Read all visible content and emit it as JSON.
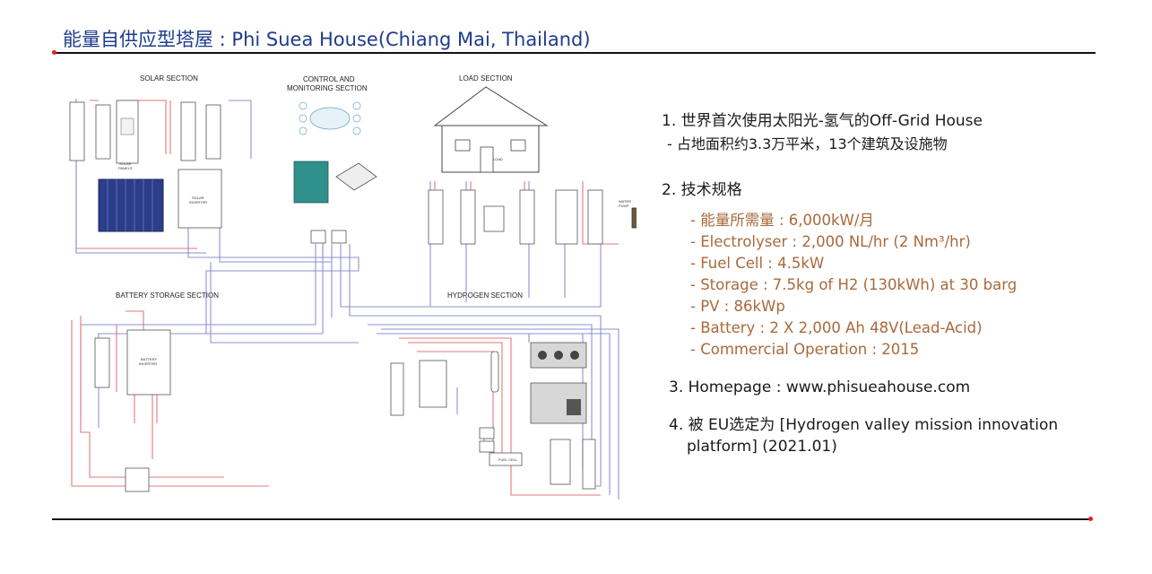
{
  "title": "能量自供应型塔屋 : Phi Suea House(Chiang Mai, Thailand)",
  "diagram": {
    "sections": {
      "solar": "SOLAR SECTION",
      "control": "CONTROL AND",
      "control2": "MONITORING SECTION",
      "load": "LOAD SECTION",
      "battery": "BATTERY STORAGE SECTION",
      "hydrogen": "HYDROGEN SECTION"
    },
    "labels": {
      "load": "LOAD",
      "water_pump": "WATER",
      "water_pump2": "PUMP",
      "fuel_cell": "FUEL CELL",
      "solar_panels": "SOLAR",
      "solar_panels2": "PANELS",
      "solar_inverter": "SOLAR",
      "solar_inverter2": "INVERTER",
      "battery_inverter": "BATTERY",
      "battery_inverter2": "INVERTER"
    },
    "colors": {
      "dc_line": "#e07a7a",
      "ac_line": "#8f8fd6",
      "panel": "#2c3d8a",
      "teal": "#2f8f8a"
    }
  },
  "notes": {
    "item1": "1. 世界首次使用太阳光-氢气的Off-Grid House",
    "item1_sub": "- 占地面积约3.3万平米，13个建筑及设施物",
    "item2": "2.  技术规格",
    "specs": [
      "- 能量所需量 : 6,000kW/月",
      "- Electrolyser : 2,000 NL/hr (2 Nm³/hr)",
      "- Fuel Cell : 4.5kW",
      "- Storage : 7.5kg of H2 (130kWh) at 30 barg",
      "- PV : 86kWp",
      "- Battery : 2 X 2,000 Ah 48V(Lead-Acid)",
      "- Commercial Operation : 2015"
    ],
    "item3": "3. Homepage : www.phisueahouse.com",
    "item4_line1": "4. 被 EU选定为  [Hydrogen valley mission innovation",
    "item4_line2": "platform] (2021.01)"
  }
}
